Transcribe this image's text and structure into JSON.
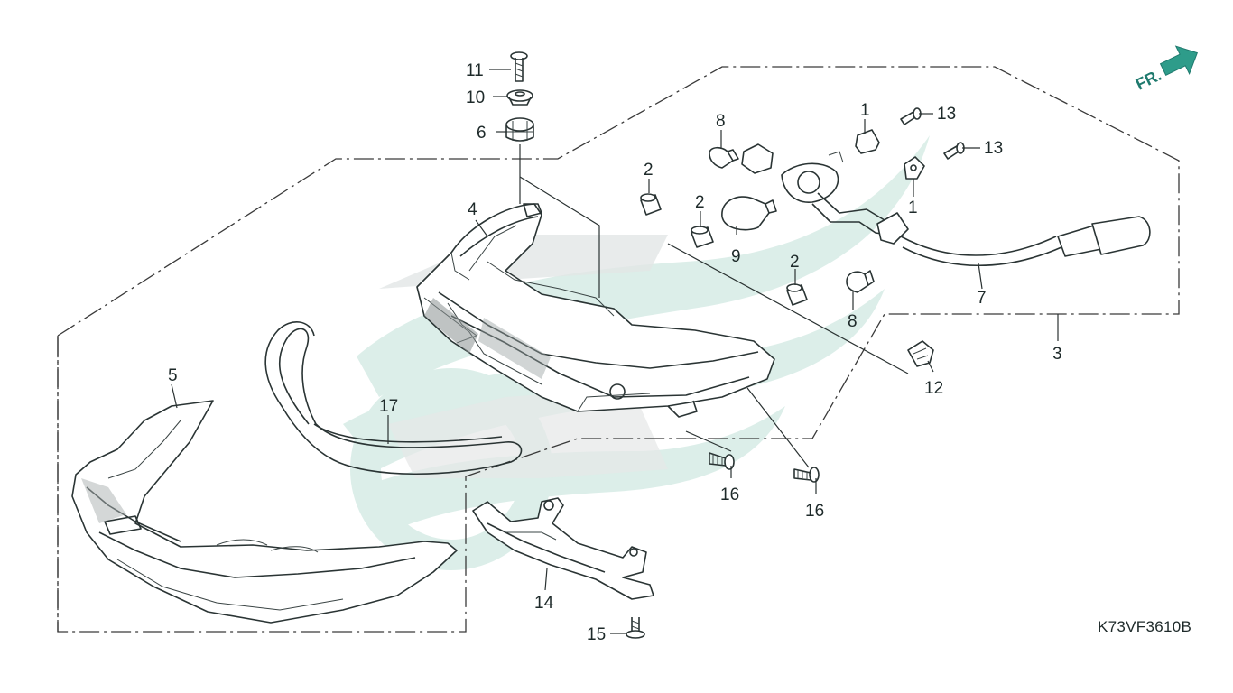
{
  "diagram_code": "K73VF3610B",
  "front_indicator": {
    "label": "FR.",
    "color": "#2e9c8a",
    "icon": "front-arrow-icon"
  },
  "watermark": {
    "color": "#d7ece6",
    "icon": "wing-watermark"
  },
  "line_color": "#2a3434",
  "part_labels": {
    "p1a": "1",
    "p1b": "1",
    "p2a": "2",
    "p2b": "2",
    "p2c": "2",
    "p3": "3",
    "p4": "4",
    "p5": "5",
    "p6": "6",
    "p7": "7",
    "p8a": "8",
    "p8b": "8",
    "p9": "9",
    "p10": "10",
    "p11": "11",
    "p12": "12",
    "p13a": "13",
    "p13b": "13",
    "p14": "14",
    "p15": "15",
    "p16a": "16",
    "p16b": "16",
    "p17": "17"
  }
}
